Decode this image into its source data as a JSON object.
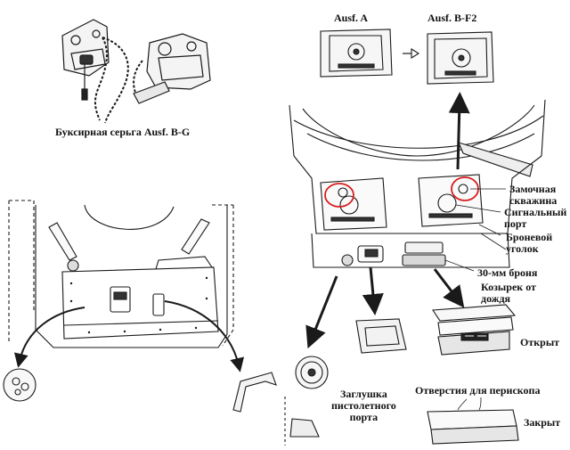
{
  "labels": {
    "towing_eye": "Буксирная серьга Ausf. B-G",
    "ausf_a": "Ausf. A",
    "ausf_bf2": "Ausf. B-F2",
    "keyhole": [
      "Замочная",
      "скважина"
    ],
    "signal_port": [
      "Сигнальный",
      "порт"
    ],
    "armor_angle": [
      "Броневой",
      "уголок"
    ],
    "armor_30mm": "30-мм броня",
    "rain_visor": [
      "Козырек от",
      "дождя"
    ],
    "open": "Открыт",
    "periscope_holes": "Отверстия для перископа",
    "closed": "Закрыт",
    "pistol_port_plug": [
      "Заглушка",
      "пистолетного",
      "порта"
    ]
  },
  "colors": {
    "line": "#1a1a1a",
    "highlight": "#d81e1e",
    "background": "#ffffff"
  }
}
